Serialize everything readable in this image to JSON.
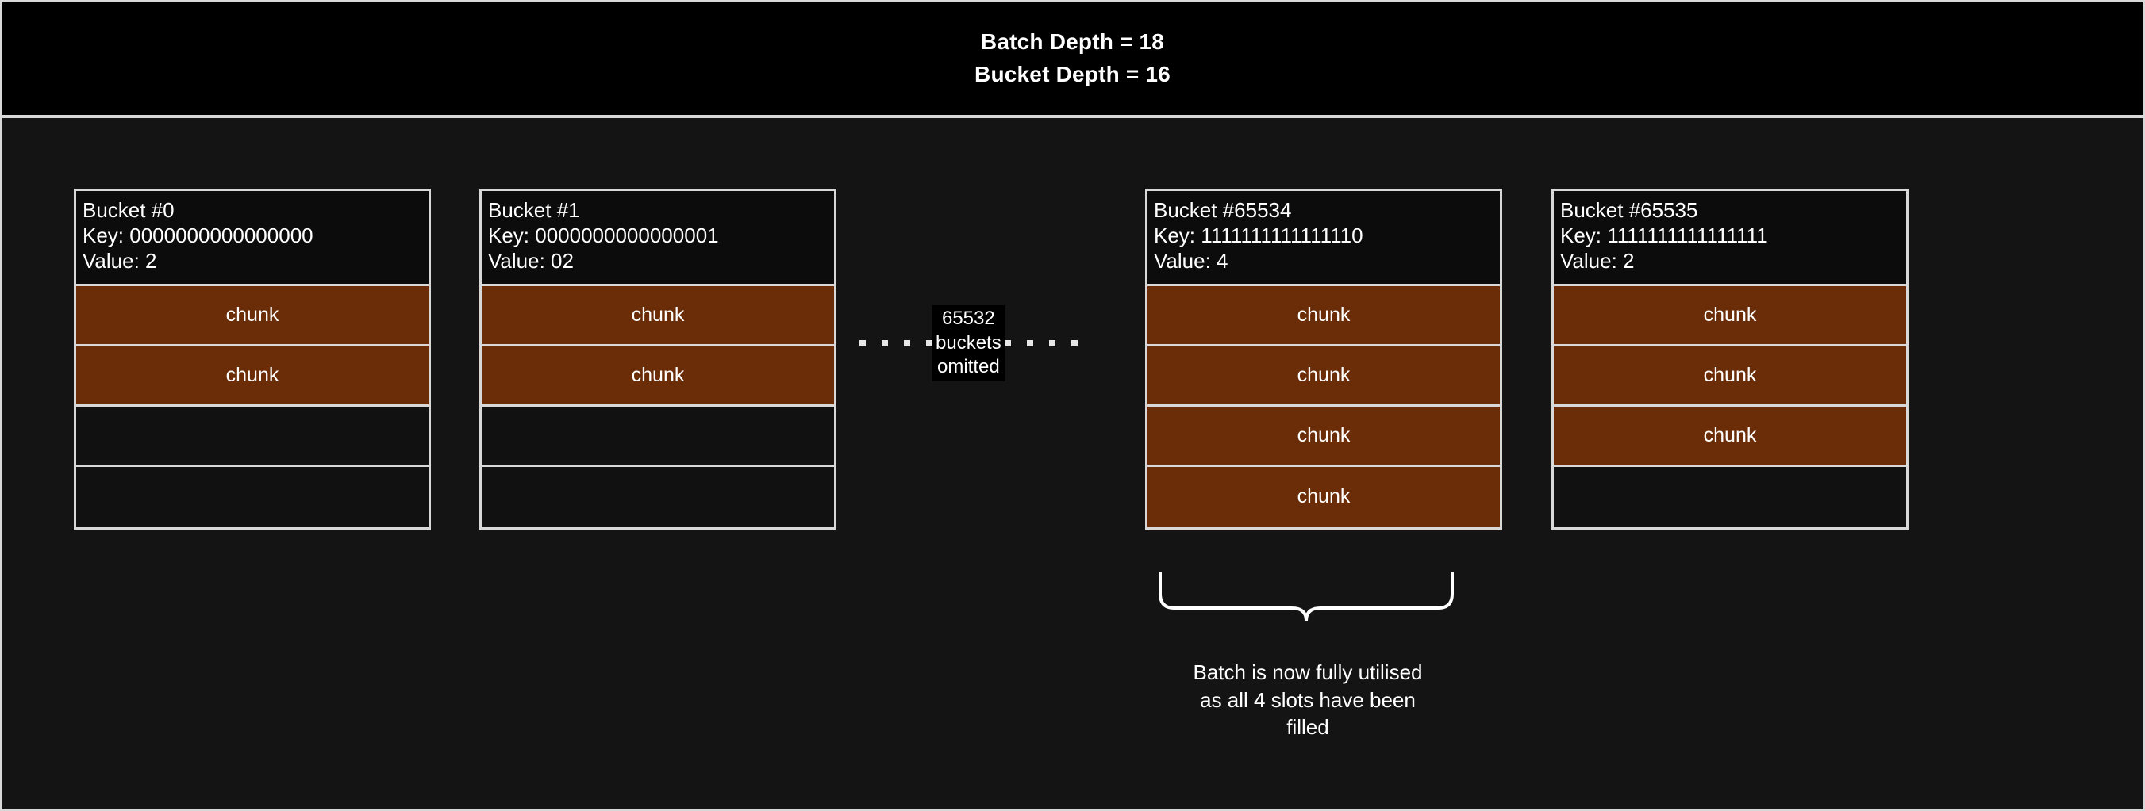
{
  "header": {
    "line1": "Batch Depth = 18",
    "line2": "Bucket Depth = 16"
  },
  "colors": {
    "background": "#141414",
    "header_background": "#000000",
    "border": "#d8d8d8",
    "chunk_fill": "#6b2d08",
    "text": "#ffffff"
  },
  "buckets": [
    {
      "title": "Bucket #0",
      "key": "Key: 0000000000000000",
      "value": "Value: 2",
      "slots": [
        {
          "label": "chunk",
          "filled": true
        },
        {
          "label": "chunk",
          "filled": true
        },
        {
          "label": "",
          "filled": false
        },
        {
          "label": "",
          "filled": false
        }
      ]
    },
    {
      "title": "Bucket #1",
      "key": "Key: 0000000000000001",
      "value": "Value: 02",
      "slots": [
        {
          "label": "chunk",
          "filled": true
        },
        {
          "label": "chunk",
          "filled": true
        },
        {
          "label": "",
          "filled": false
        },
        {
          "label": "",
          "filled": false
        }
      ]
    },
    {
      "title": "Bucket #65534",
      "key": "Key: 1111111111111110",
      "value": "Value: 4",
      "slots": [
        {
          "label": "chunk",
          "filled": true
        },
        {
          "label": "chunk",
          "filled": true
        },
        {
          "label": "chunk",
          "filled": true
        },
        {
          "label": "chunk",
          "filled": true
        }
      ]
    },
    {
      "title": "Bucket #65535",
      "key": "Key: 1111111111111111",
      "value": "Value: 2",
      "slots": [
        {
          "label": "chunk",
          "filled": true
        },
        {
          "label": "chunk",
          "filled": true
        },
        {
          "label": "chunk",
          "filled": true
        },
        {
          "label": "",
          "filled": false
        }
      ]
    }
  ],
  "omitted": {
    "label": "65532\nbuckets\nomitted"
  },
  "annotation": {
    "text": "Batch is now fully utilised\nas all 4 slots have been\nfilled"
  }
}
